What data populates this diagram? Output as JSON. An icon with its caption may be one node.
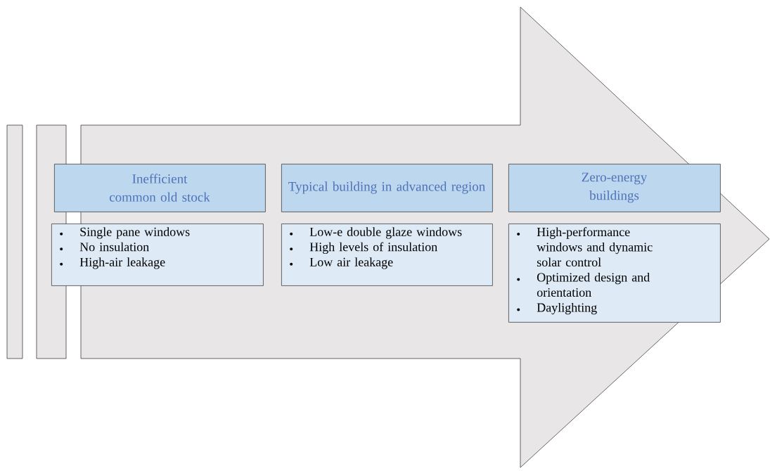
{
  "diagram": {
    "nodes": [
      {
        "text": [
          "Inefficient common old stock"
        ]
      },
      {
        "text": [
          "Typical building in advanced region"
        ]
      },
      {
        "text": [
          "Zero-energy buildings"
        ]
      },
      {
        "text": [
          "Single pane windows",
          "No insulation",
          "High-air leakage"
        ]
      },
      {
        "text": [
          "Low-e double glaze windows",
          "High levels of insulation",
          "Low air leakage"
        ]
      },
      {
        "text": [
          "High-performance windows and dynamic solar control",
          "Optimized design and orientation",
          "Daylighting"
        ]
      }
    ]
  }
}
